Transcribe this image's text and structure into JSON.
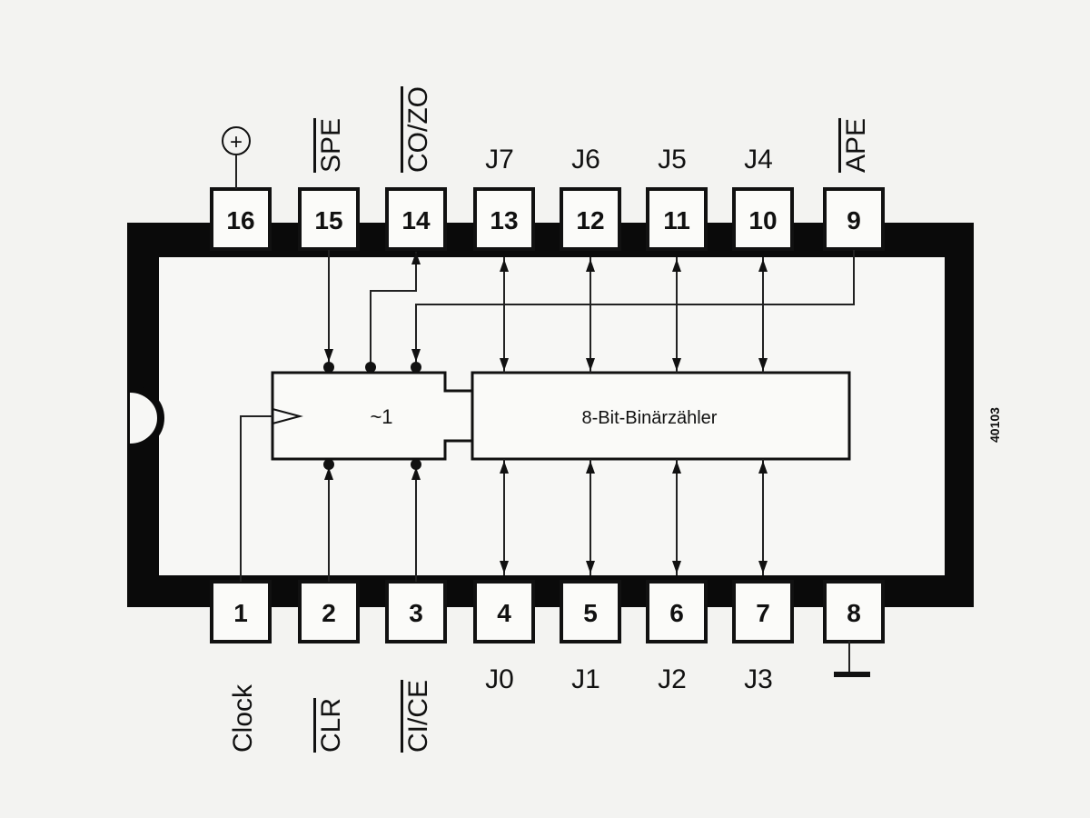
{
  "chip": {
    "top_pins": [
      {
        "number": "16",
        "label": ""
      },
      {
        "number": "15",
        "label": "SPE",
        "overline": true
      },
      {
        "number": "14",
        "label": "CO/ZO",
        "overline": true
      },
      {
        "number": "13",
        "label": "J7"
      },
      {
        "number": "12",
        "label": "J6"
      },
      {
        "number": "11",
        "label": "J5"
      },
      {
        "number": "10",
        "label": "J4"
      },
      {
        "number": "9",
        "label": "APE",
        "overline": true
      }
    ],
    "bottom_pins": [
      {
        "number": "1",
        "label": "Clock"
      },
      {
        "number": "2",
        "label": "CLR",
        "overline": true
      },
      {
        "number": "3",
        "label": "CI/CE",
        "overline": true
      },
      {
        "number": "4",
        "label": "J0"
      },
      {
        "number": "5",
        "label": "J1"
      },
      {
        "number": "6",
        "label": "J2"
      },
      {
        "number": "7",
        "label": "J3"
      },
      {
        "number": "8",
        "label": ""
      }
    ],
    "power_symbol": "+",
    "decrement_block_label": "~1",
    "counter_block_label": "8-Bit-Binärzähler",
    "figure_id": "40103"
  }
}
